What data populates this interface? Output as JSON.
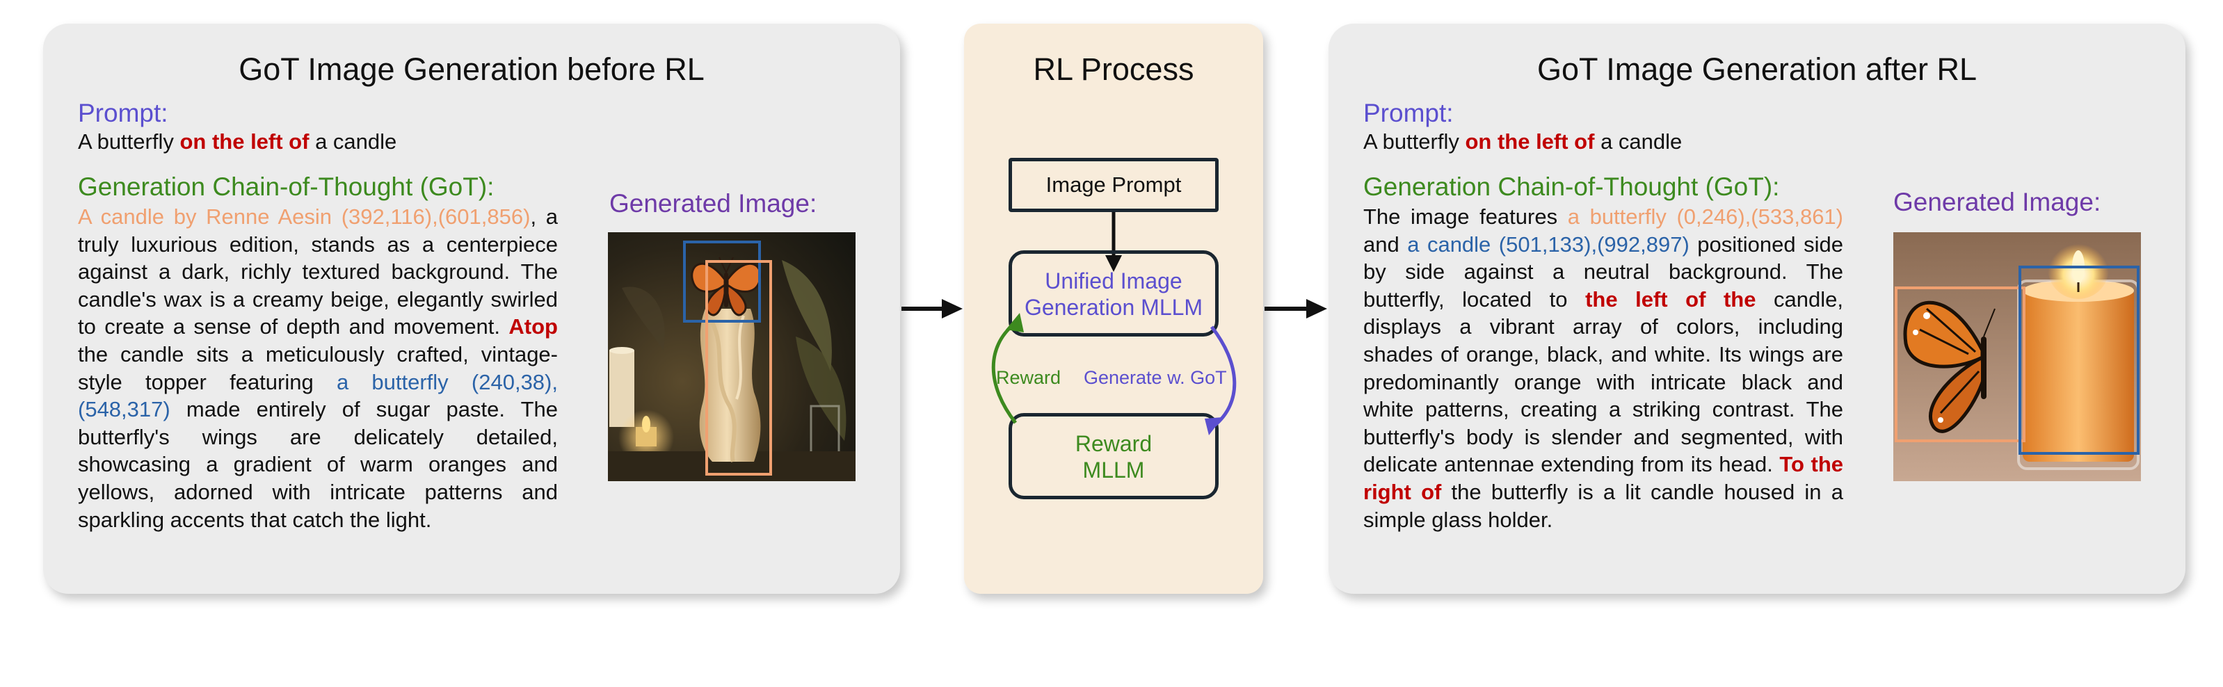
{
  "left_panel": {
    "title": "GoT Image Generation before RL",
    "prompt_label": "Prompt:",
    "prompt": {
      "pre": "A butterfly ",
      "highlight": "on the left of",
      "post": " a candle"
    },
    "got_label": "Generation Chain-of-Thought (GoT):",
    "got_segments": {
      "s1": "A candle by Renne Aesin (392,116),(601,856)",
      "s2": ", a truly luxurious edition, stands as a centerpiece against a dark, richly textured background. The candle's wax is a creamy beige, elegantly swirled to create a sense of depth and movement. ",
      "s3": "Atop",
      "s4": " the candle sits a meticulously crafted, vintage-style topper featuring ",
      "s5": "a butterfly (240,38),(548,317)",
      "s6": " made entirely of sugar paste. The butterfly's wings are delicately detailed, showcasing a gradient of warm oranges and yellows, adorned with intricate patterns and sparkling accents that catch the light."
    },
    "gen_label": "Generated Image:"
  },
  "middle_panel": {
    "title": "RL Process",
    "box_top": "Image Prompt",
    "box_mid_line1": "Unified Image",
    "box_mid_line2": "Generation MLLM",
    "box_bottom_line1": "Reward",
    "box_bottom_line2": "MLLM",
    "arrow_left_label": "Reward",
    "arrow_right_label": "Generate w. GoT"
  },
  "right_panel": {
    "title": "GoT Image Generation after RL",
    "prompt_label": "Prompt:",
    "prompt": {
      "pre": "A butterfly ",
      "highlight": "on the left of",
      "post": " a candle"
    },
    "got_label": "Generation Chain-of-Thought (GoT):",
    "got_segments": {
      "s1": "The image features ",
      "s2": "a butterfly (0,246),(533,861)",
      "s3": " and ",
      "s4": "a candle (501,133),(992,897)",
      "s5": " positioned side by side against a neutral background. The butterfly, located to ",
      "s6": "the left of the",
      "s7": " candle, displays a vibrant array of colors, including shades of orange, black, and white. Its wings are predominantly orange with intricate black and white patterns, creating a striking contrast. The butterfly's body is slender and segmented, with delicate antennae extending from its head. ",
      "s8": "To the right of",
      "s9": " the butterfly is a lit candle housed in a simple glass holder."
    },
    "gen_label": "Generated Image:"
  },
  "colors": {
    "prompt_label": "#5b4fcf",
    "got_label": "#3d8a1f",
    "highlight_red": "#c00000",
    "object_orange": "#f0a070",
    "object_blue": "#2b63a8",
    "gen_label": "#6e3aa8",
    "rl_panel_bg": "#f8ecdb"
  }
}
